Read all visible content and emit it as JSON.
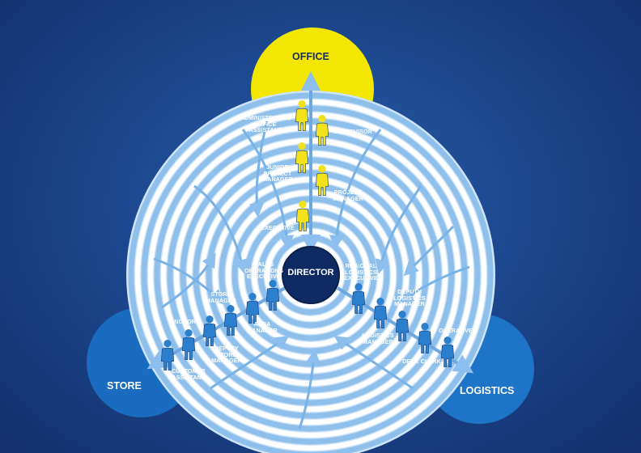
{
  "zones": {
    "office": "OFFICE",
    "store": "STORE",
    "logistics": "LOGISTICS",
    "center": "DIRECTOR"
  },
  "roles": {
    "office": {
      "administrator": "ADMINISTRATOR/\nOFFICE\nASSISTANT",
      "supervisor": "SUPERVISOR",
      "junior_pm": "JUNIOR\nPROJECT\nMANAGER",
      "project_manager": "PROJECT\nMANAGER",
      "executive": "EXECUTIVE"
    },
    "store": {
      "sales_ops": "SALES\nOPERATIONS\nEXECUTIVE",
      "store_manager": "STORE\nMANAGER",
      "area_manager": "AREA\nMANAGER",
      "anchor": "ANCHOR",
      "deputy_store_manager": "DEPUTY\nSTORE\nMANAGER",
      "customer_assistant": "CUSTOMER\nASSISTANT"
    },
    "logistics": {
      "regional": "REGIONAL\nLOGISTICS\nEXECUTIVE",
      "deputy": "DEPUTY\nLOGISTICS\nMANAGER",
      "manager": "LOGISTICS\nMANAGER",
      "operative": "OPERATIVE",
      "desk_clerk": "DESK CLERK"
    }
  },
  "colors": {
    "office": "#f3e600",
    "store": "#1a6cc0",
    "logistics": "#1e74c6",
    "figure_yellow": "#f2e21c",
    "figure_blue": "#2c7fcc",
    "center": "#0e2a63"
  }
}
